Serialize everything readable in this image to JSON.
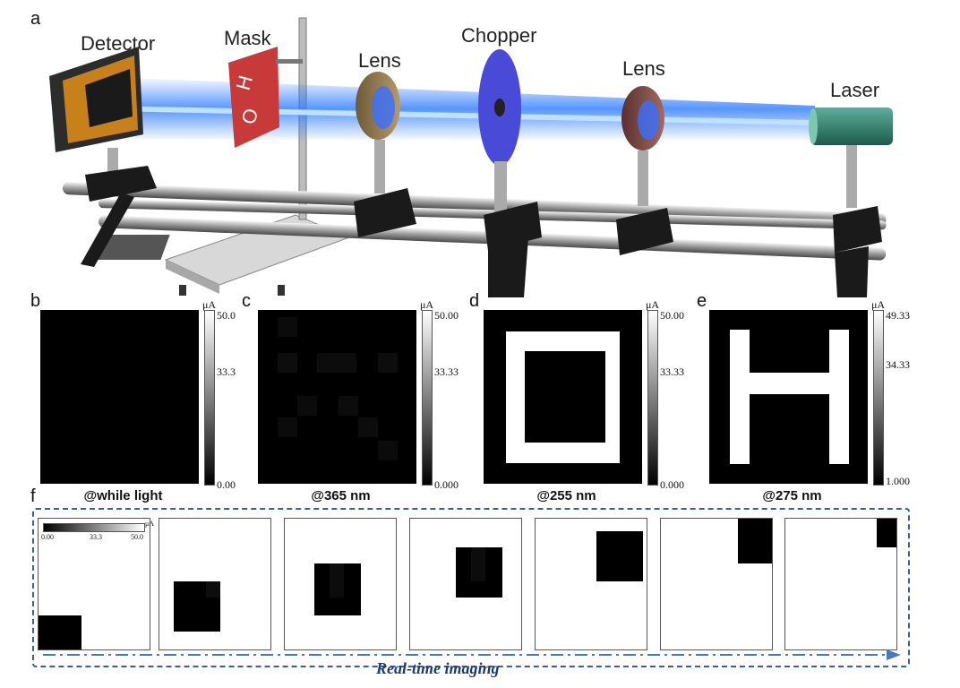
{
  "panel_letters": [
    "a",
    "b",
    "c",
    "d",
    "e",
    "f"
  ],
  "setup": {
    "components": [
      "Detector",
      "Mask",
      "Lens",
      "Chopper",
      "Lens",
      "Laser"
    ],
    "colors": {
      "beam": "#2e7cff",
      "detector": "#c8801a",
      "mask": "#c83a3a",
      "chopper": "#4a4ad8",
      "laser": "#2b7a6a"
    },
    "mask_letters": [
      "H",
      "O"
    ]
  },
  "maps": [
    {
      "caption": "@while light",
      "cb_unit": "μA",
      "cb_ticks": [
        "50.0",
        "33.3",
        "0.00"
      ]
    },
    {
      "caption": "@365 nm",
      "cb_unit": "μA",
      "cb_ticks": [
        "50.00",
        "33.33",
        "0.000"
      ]
    },
    {
      "caption": "@255 nm",
      "cb_unit": "μA",
      "cb_ticks": [
        "50.00",
        "33.33",
        "0.000"
      ]
    },
    {
      "caption": "@275 nm",
      "cb_unit": "μA",
      "cb_ticks": [
        "49.33",
        "34.33",
        "1.000"
      ]
    }
  ],
  "realtime": {
    "label": "Real-time imaging",
    "cb_unit": "μA",
    "cb_ticks": [
      "0.00",
      "33.3",
      "50.0"
    ],
    "frame_count": 7
  }
}
